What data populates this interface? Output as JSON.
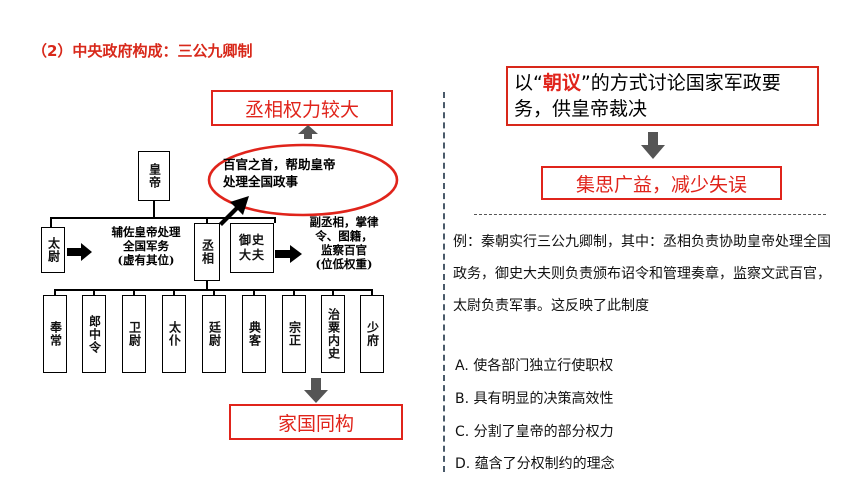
{
  "section_title": "（2）中央政府构成：三公九卿制",
  "callouts": {
    "chancellor_power": "丞相权力较大",
    "family_state": "家国同构",
    "court_discussion": "以“朝议”的方式讨论国家军政要务，供皇帝裁决",
    "court_discussion_parts": [
      "以“",
      "朝议",
      "”的方式讨论国家军政要务，供皇帝裁决"
    ],
    "benefit": "集思广益，减少失误"
  },
  "diagram": {
    "emperor": "皇帝",
    "taiwei": "太尉",
    "taiwei_desc": "辅佐皇帝处理全国军务（虚有其位）",
    "taiwei_desc_lines": [
      "辅佐皇帝处理",
      "全国军务",
      "(虚有其位)"
    ],
    "chancellor": "丞相",
    "chancellor_desc_lines": [
      "百官之首，帮助皇帝",
      "处理全国政事"
    ],
    "censor": "御史大夫",
    "censor_lines": [
      "御史",
      "大夫"
    ],
    "censor_desc_lines": [
      "副丞相，掌律",
      "令、图籍，",
      "监察百官",
      "(位低权重)"
    ],
    "ministers": [
      "奉常",
      "郎中令",
      "卫尉",
      "太仆",
      "廷尉",
      "典客",
      "宗正",
      "治粟内史",
      "少府"
    ]
  },
  "question": {
    "stem": "例：秦朝实行三公九卿制，其中：丞相负责协助皇帝处理全国政务，御史大夫则负责颁布诏令和管理奏章，监察文武百官，太尉负责军事。这反映了此制度",
    "options": [
      "A. 使各部门独立行使职权",
      "B. 具有明显的决策高效性",
      "C. 分割了皇帝的部分权力",
      "D. 蕴含了分权制约的理念"
    ]
  },
  "colors": {
    "title_red": "#d8281a",
    "box_red": "#e0241b",
    "arrow_gray": "#555555"
  }
}
